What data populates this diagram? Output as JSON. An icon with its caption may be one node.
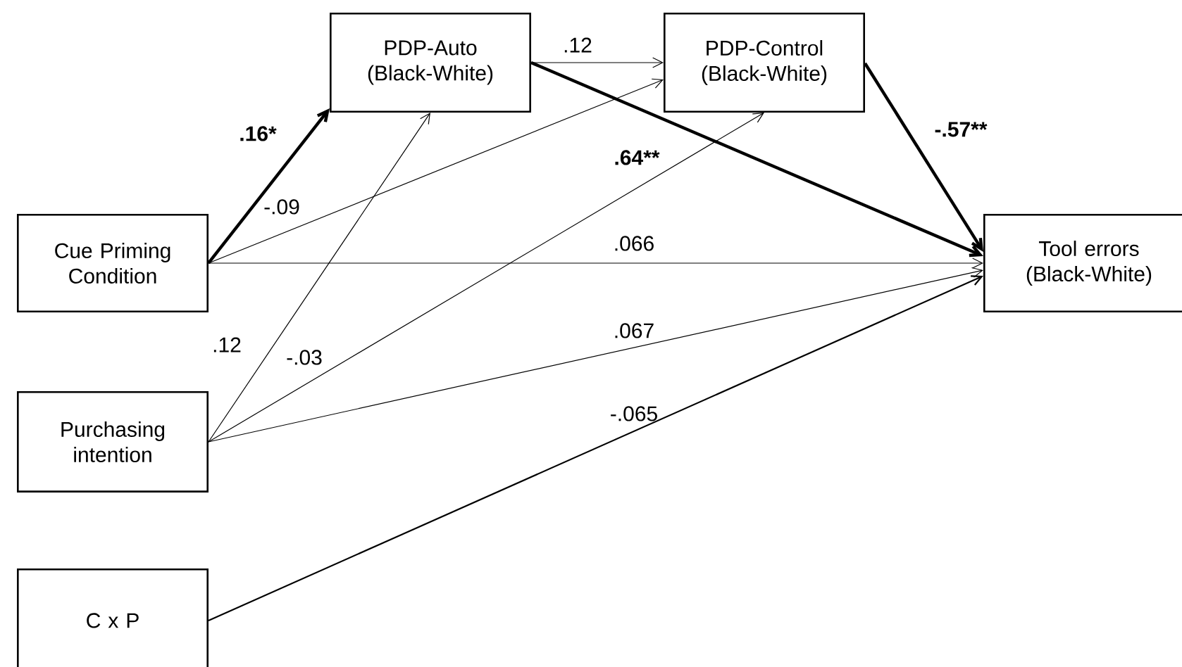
{
  "diagram": {
    "nodes": [
      {
        "text": [
          "PDP-Auto (Black-White)"
        ]
      },
      {
        "text": [
          "PDP-Control (Black-White)"
        ]
      },
      {
        "text": [
          "Cue Priming Condition"
        ]
      },
      {
        "text": [
          "Tool errors (Black-White)"
        ]
      },
      {
        "text": [
          "Purchasing intention"
        ]
      },
      {
        "text": [
          "C x P"
        ]
      }
    ],
    "edges": [
      {
        "from": 2,
        "to": 0,
        "arrow": "to",
        "label": ".16*",
        "style": "thick"
      },
      {
        "from": 2,
        "to": 1,
        "arrow": "to",
        "label": "-.09"
      },
      {
        "from": 2,
        "to": 3,
        "arrow": "to",
        "label": ".066"
      },
      {
        "from": 0,
        "to": 1,
        "arrow": "to",
        "label": ".12"
      },
      {
        "from": 0,
        "to": 3,
        "arrow": "to",
        "label": ".64**",
        "style": "thick"
      },
      {
        "from": 1,
        "to": 3,
        "arrow": "to",
        "label": "-.57**",
        "style": "thick"
      },
      {
        "from": 4,
        "to": 0,
        "arrow": "to",
        "label": ".12"
      },
      {
        "from": 4,
        "to": 1,
        "arrow": "to",
        "label": "-.03"
      },
      {
        "from": 4,
        "to": 3,
        "arrow": "to",
        "label": ".067"
      },
      {
        "from": 5,
        "to": 3,
        "arrow": "to",
        "label": "-.065"
      }
    ]
  }
}
